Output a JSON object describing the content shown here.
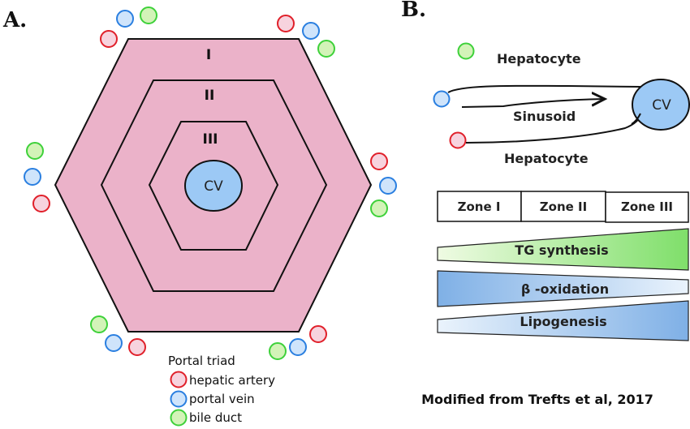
{
  "panel_a": {
    "label": "A.",
    "zones": [
      "I",
      "II",
      "III"
    ],
    "central_vein": "CV",
    "legend": {
      "title": "Portal triad",
      "items": [
        {
          "label": "hepatic artery",
          "stroke": "#e0202a",
          "fill": "#f7d3de"
        },
        {
          "label": "portal vein",
          "stroke": "#2a7fe0",
          "fill": "#cfe4fb"
        },
        {
          "label": "bile duct",
          "stroke": "#3ed13a",
          "fill": "#d3f3b8"
        }
      ]
    },
    "colors": {
      "hexagon_fill": "#ebb2c9",
      "cv_fill": "#9cc9f5"
    }
  },
  "panel_b": {
    "label": "B.",
    "hepatocyte_top": "Hepatocyte",
    "sinusoid": "Sinusoid",
    "hepatocyte_bottom": "Hepatocyte",
    "central_vein": "CV",
    "zones": [
      "Zone I",
      "Zone II",
      "Zone III"
    ],
    "gradients": [
      {
        "label": "TG  synthesis",
        "direction": "increasing",
        "color": "#7fdf6a"
      },
      {
        "label": "β -oxidation",
        "direction": "decreasing",
        "color": "#7fb0e6"
      },
      {
        "label": "Lipogenesis",
        "direction": "increasing",
        "color": "#7fb0e6"
      }
    ],
    "credit": "Modified from Trefts et al, 2017"
  }
}
